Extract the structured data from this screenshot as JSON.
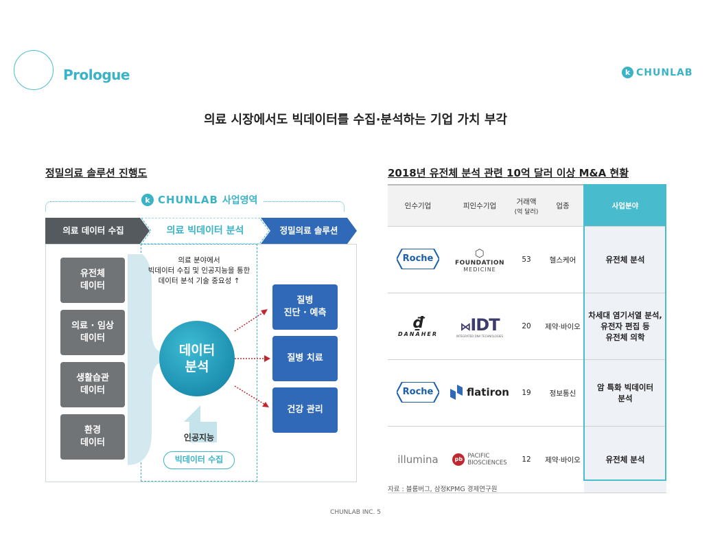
{
  "header": {
    "section_title": "Prologue",
    "brand": "CHUNLAB",
    "brand_logo": "k"
  },
  "headline": "의료 시장에서도 빅데이터를 수집·분석하는 기업 가치 부각",
  "left": {
    "subtitle": "정밀의료 솔루션 진행도",
    "brand": "CHUNLAB",
    "brand_suffix": "사업영역",
    "stages": [
      "의료 데이터 수집",
      "의료 빅데이터 분석",
      "정밀의료 솔루션"
    ],
    "data_sources": [
      [
        "유전체",
        "데이터"
      ],
      [
        "의료 · 임상",
        "데이터"
      ],
      [
        "생활습관",
        "데이터"
      ],
      [
        "환경",
        "데이터"
      ]
    ],
    "note": [
      "의료 분야에서",
      "빅데이터 수집 및 인공지능을 통한",
      "데이터 분석 기술 중요성 ↑"
    ],
    "center": [
      "데이터",
      "분석"
    ],
    "ai_label": "인공지능",
    "bigdata_label": "빅데이터 수집",
    "outcomes": [
      [
        "질병",
        "진단 · 예측"
      ],
      [
        "질병 치료"
      ],
      [
        "건강 관리"
      ]
    ]
  },
  "right": {
    "subtitle": "2018년 유전체 분석 관련 10억 달러 이상 M&A 현황",
    "columns": [
      "인수기업",
      "피인수기업",
      "거래액",
      "(억 달러)",
      "업종",
      "사업분야"
    ],
    "rows": [
      {
        "acquirer": "Roche",
        "target": [
          "FOUNDATION",
          "MEDICINE"
        ],
        "amount": "53",
        "industry": "헬스케어",
        "field": [
          "유전체 분석"
        ]
      },
      {
        "acquirer": "DANAHER",
        "target": [
          "IDT",
          "INTEGRATED DNA TECHNOLOGIES"
        ],
        "amount": "20",
        "industry": "제약·바이오",
        "field": [
          "차세대 염기서열 분석,",
          "유전자 편집 등",
          "유전체 의학"
        ]
      },
      {
        "acquirer": "Roche",
        "target": [
          "flatiron"
        ],
        "amount": "19",
        "industry": "정보통신",
        "field": [
          "암 특화 빅데이터",
          "분석"
        ]
      },
      {
        "acquirer": "illumina",
        "target": [
          "PACIFIC",
          "BIOSCIENCES"
        ],
        "amount": "12",
        "industry": "제약·바이오",
        "field": [
          "유전체 분석"
        ]
      }
    ],
    "source": "자료 : 블룸버그, 삼정KPMG 경제연구원"
  },
  "footer": "CHUNLAB INC.  5",
  "colors": {
    "accent": "#3bb3c6",
    "dark_stage": "#555a5e",
    "blue": "#2f69b8",
    "grey_card": "#707476"
  }
}
